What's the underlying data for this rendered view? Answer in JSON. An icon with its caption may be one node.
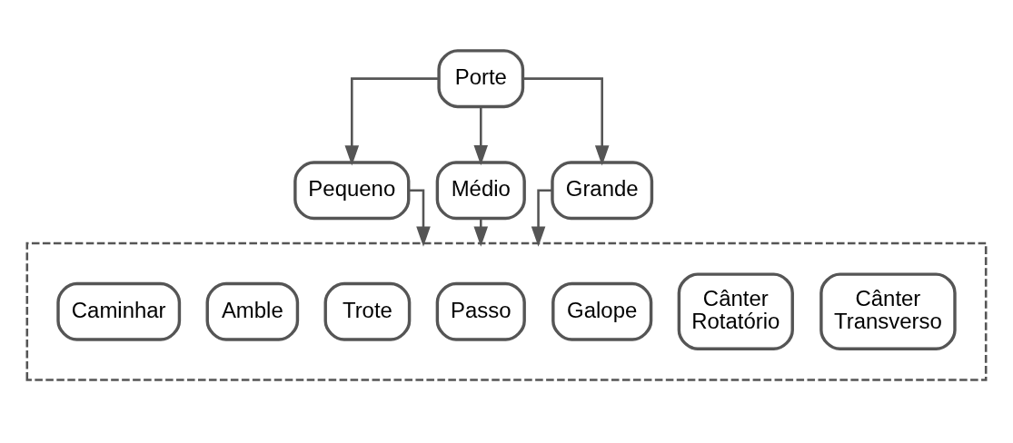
{
  "diagram": {
    "nodes": [
      {
        "text": [
          "Porte"
        ]
      },
      {
        "text": [
          "Pequeno"
        ]
      },
      {
        "text": [
          "Médio"
        ]
      },
      {
        "text": [
          "Grande"
        ]
      },
      {
        "text": [],
        "shape": "box"
      },
      {
        "text": [
          "Caminhar"
        ],
        "in": 4
      },
      {
        "text": [
          "Amble"
        ],
        "in": 4
      },
      {
        "text": [
          "Trote"
        ],
        "in": 4
      },
      {
        "text": [
          "Passo"
        ],
        "in": 4
      },
      {
        "text": [
          "Galope"
        ],
        "in": 4
      },
      {
        "text": [
          "Cânter Rotatório"
        ],
        "in": 4
      },
      {
        "text": [
          "Cânter Transverso"
        ],
        "in": 4
      }
    ],
    "edges": [
      {
        "from": 0,
        "to": 1,
        "arrow": "to"
      },
      {
        "from": 0,
        "to": 2,
        "arrow": "to"
      },
      {
        "from": 0,
        "to": 3,
        "arrow": "to"
      },
      {
        "from": 1,
        "to": 4,
        "arrow": "to"
      },
      {
        "from": 2,
        "to": 4,
        "arrow": "to"
      },
      {
        "from": 3,
        "to": 4,
        "arrow": "to"
      }
    ]
  }
}
